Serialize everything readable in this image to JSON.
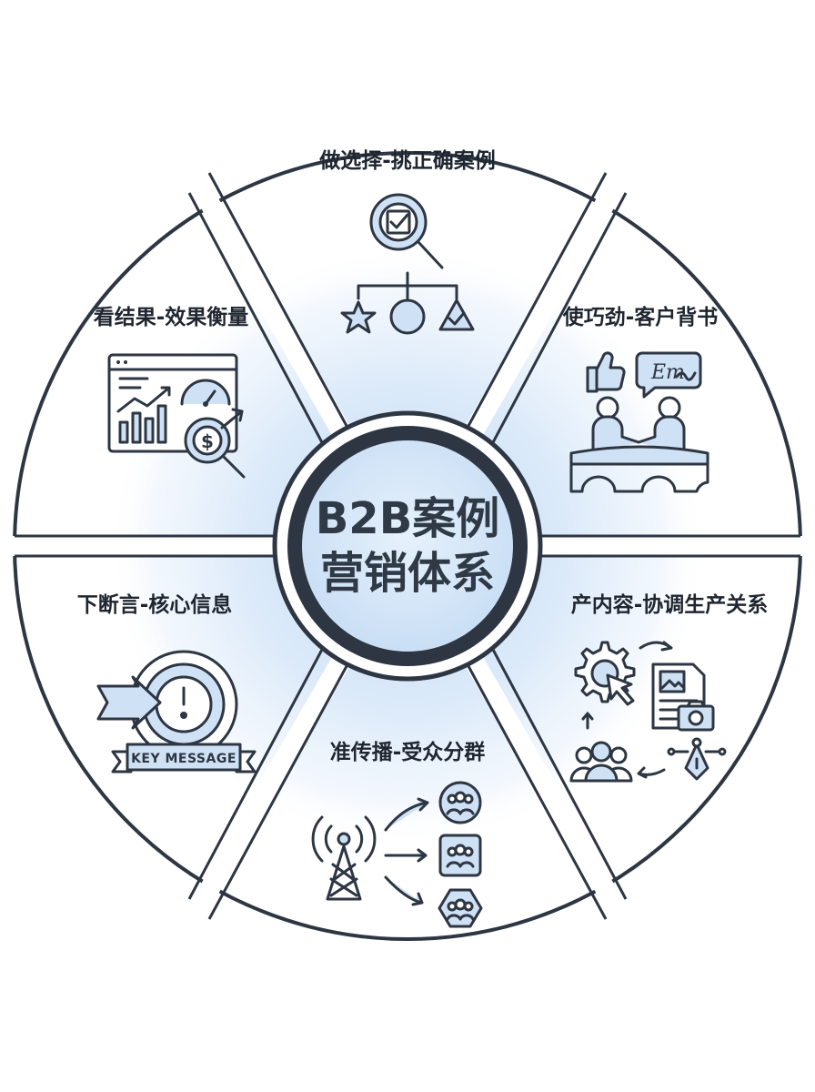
{
  "title": {
    "line1": "B2B案例",
    "line2": "营销体系"
  },
  "segments": [
    {
      "label": "做选择-挑正确案例"
    },
    {
      "label": "使巧劲-客户背书",
      "signature": "Em"
    },
    {
      "label": "产内容-协调生产关系"
    },
    {
      "label": "准传播-受众分群"
    },
    {
      "label": "下断言-核心信息",
      "badge": "KEY MESSAGE"
    },
    {
      "label": "看结果-效果衡量"
    }
  ],
  "colors": {
    "ring": "#2d3642",
    "glow": "#cfe1f5",
    "center_fill": "#d7e7f8",
    "text": "#1f2630"
  }
}
